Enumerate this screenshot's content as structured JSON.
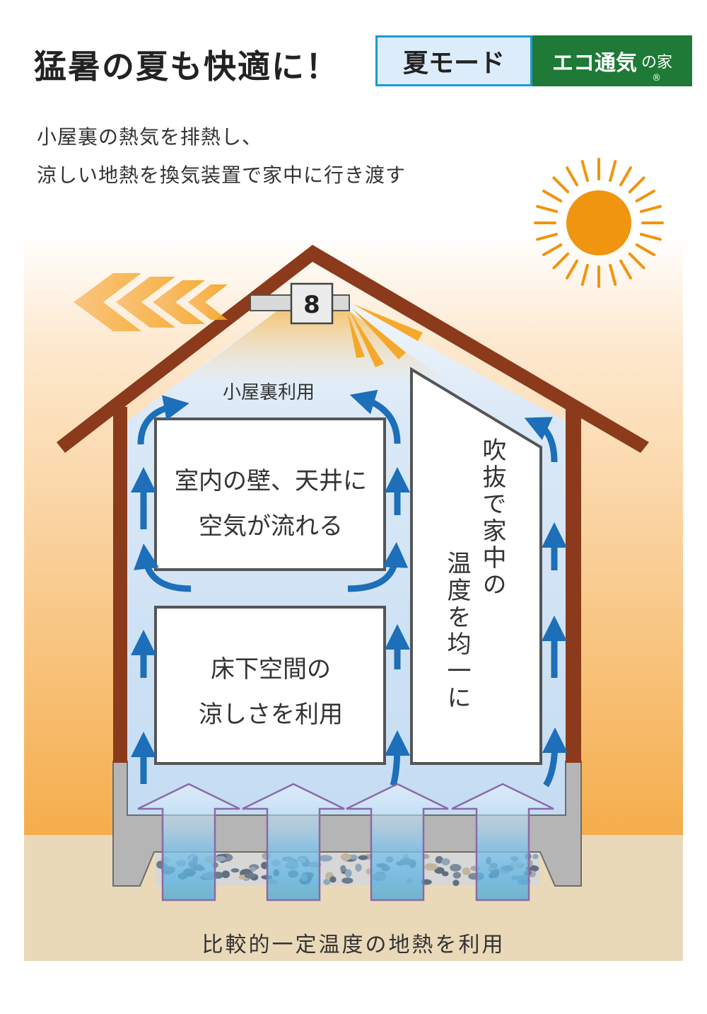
{
  "header": {
    "title": "猛暑の夏も快適に！",
    "mode_label": "夏モード",
    "brand_name": "エコ通気",
    "brand_suffix": "の家",
    "brand_mark": "®"
  },
  "intro": {
    "line1": "小屋裏の熱気を排熱し、",
    "line2": "涼しい地熱を換気装置で家中に行き渡す"
  },
  "diagram": {
    "fan_label": "8",
    "attic_label": "小屋裏利用",
    "upper_room": {
      "line1": "室内の壁、天井に",
      "line2": "空気が流れる"
    },
    "lower_room": {
      "line1": "床下空間の",
      "line2": "涼しさを利用"
    },
    "atrium": {
      "line1": "吹抜で家中の",
      "line2": "温度を均一に"
    },
    "ground_label": "比較的一定温度の地熱を利用"
  },
  "colors": {
    "roof": "#8b3a1c",
    "air_flow": "#1c6fb8",
    "sun": "#f0950f",
    "hot_air": "#f5a623",
    "interior": "#c9e0f5",
    "brand_green": "#1e7a36",
    "mode_border": "#1a9ad6"
  },
  "icons": [
    "sun-icon",
    "exhaust-fan-icon",
    "chevron-arrow-icon",
    "up-arrow-icon",
    "curved-arrow-icon",
    "ground-heat-arrow-icon"
  ]
}
